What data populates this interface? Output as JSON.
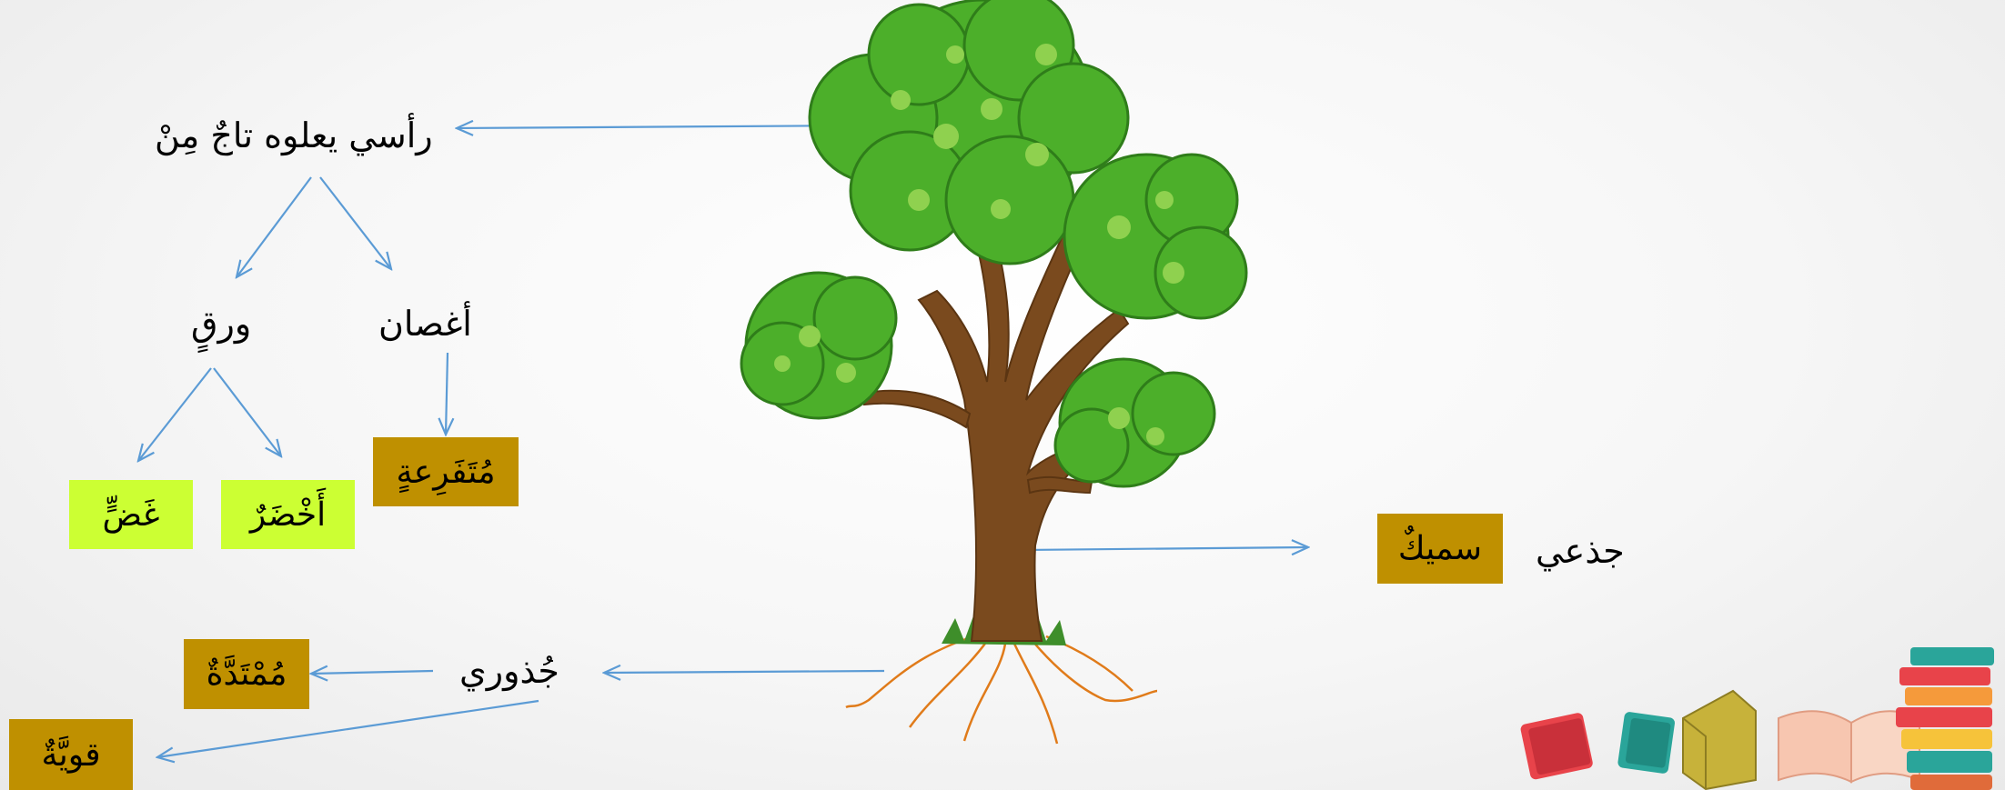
{
  "labels": {
    "head": "رأسي يعلوه تاجٌ مِنْ",
    "branches": "أغصان",
    "leaves": "ورقٍ",
    "trunk": "جذعي",
    "roots": "جُذوري"
  },
  "boxes": {
    "branched": "مُتَفَرِعةٍ",
    "green": "أَخْضَرٌ",
    "fresh": "غَضٍّ",
    "thick": "سميكٌ",
    "extended": "مُمْتَدَّةٌ",
    "strong": "قويَّةٌ"
  },
  "colors": {
    "gold": "#bf9000",
    "lime": "#ccff33",
    "arrow": "#5b9bd5",
    "foliage": "#4caf2a",
    "trunk": "#7a4a1e",
    "roots": "#e07b1a"
  }
}
